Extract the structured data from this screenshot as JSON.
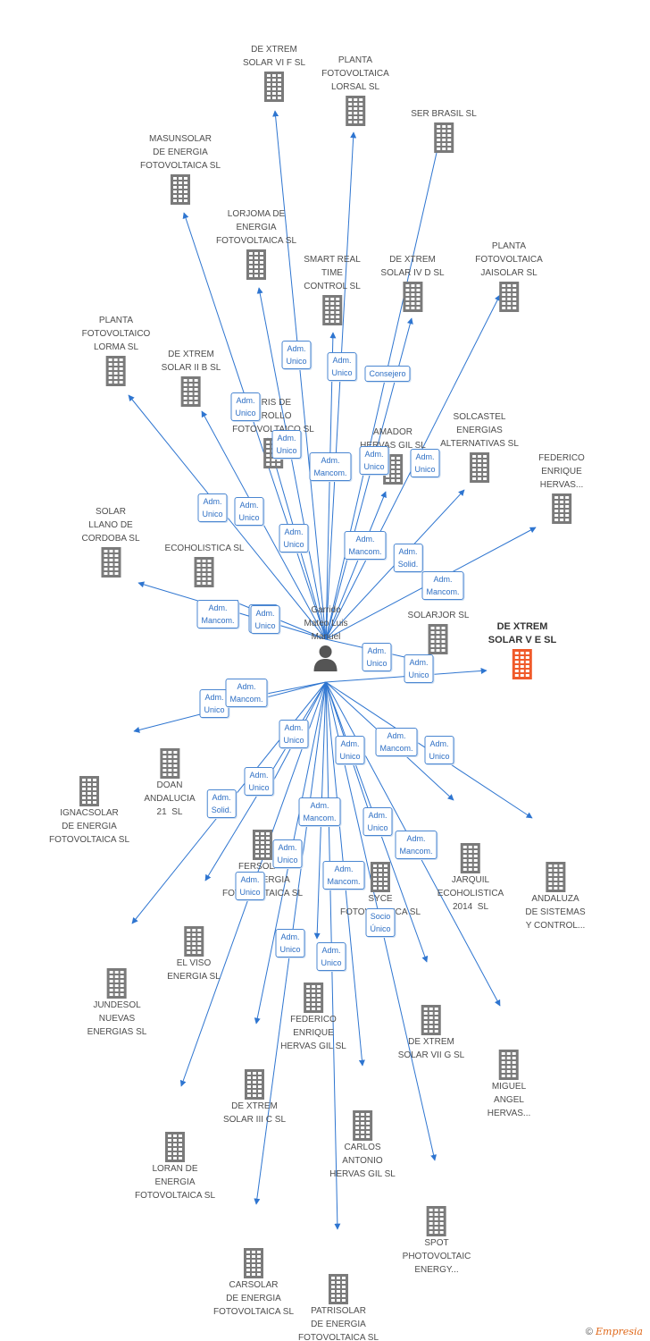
{
  "accent_color": "#2e75d0",
  "highlight_color": "#f05a2a",
  "building_color": "#7a7a7a",
  "center": {
    "label": "Garrido\nMateo Luis\nManuel",
    "icon": "person-icon"
  },
  "companies": [
    {
      "id": "c1",
      "label": "DE XTREM\nSOLAR VI F SL"
    },
    {
      "id": "c2",
      "label": "PLANTA\nFOTOVOLTAICA\nLORSAL SL"
    },
    {
      "id": "c3",
      "label": "SER BRASIL SL"
    },
    {
      "id": "c4",
      "label": "MASUNSOLAR\nDE ENERGIA\nFOTOVOLTAICA SL"
    },
    {
      "id": "c5",
      "label": "LORJOMA DE\nENERGIA\nFOTOVOLTAICA SL"
    },
    {
      "id": "c6",
      "label": "SMART REAL\nTIME\nCONTROL SL"
    },
    {
      "id": "c7",
      "label": "DE XTREM\nSOLAR IV D SL"
    },
    {
      "id": "c8",
      "label": "PLANTA\nFOTOVOLTAICA\nJAISOLAR SL"
    },
    {
      "id": "c9",
      "label": "PLANTA\nFOTOVOLTAICO\nLORMA SL"
    },
    {
      "id": "c10",
      "label": "DE XTREM\nSOLAR II B SL"
    },
    {
      "id": "c11",
      "label": "ARIS DE\nRROLLO\nFOTOVOLTAICO SL"
    },
    {
      "id": "c12",
      "label": "AMADOR\nHERVAS GIL SL"
    },
    {
      "id": "c13",
      "label": "SOLCASTEL\nENERGIAS\nALTERNATIVAS SL"
    },
    {
      "id": "c14",
      "label": "FEDERICO\nENRIQUE\nHERVAS..."
    },
    {
      "id": "c15",
      "label": "SOLAR\nLLANO DE\nCORDOBA SL"
    },
    {
      "id": "c16",
      "label": "ECOHOLISTICA SL"
    },
    {
      "id": "c17",
      "label": "SOLARJOR SL"
    },
    {
      "id": "c18",
      "label": "DE XTREM\nSOLAR V E SL",
      "highlight": true
    },
    {
      "id": "c19",
      "label": "IGNACSOLAR\nDE ENERGIA\nFOTOVOLTAICA SL"
    },
    {
      "id": "c20",
      "label": "DOAN\nANDALUCIA\n21  SL"
    },
    {
      "id": "c21",
      "label": "FERSOLAR\nDE ENERGIA\nFOTOVOLTAICA SL"
    },
    {
      "id": "c22",
      "label": "SYCE\nFOTOVOLTAICA SL"
    },
    {
      "id": "c23",
      "label": "JARQUIL\nECOHOLISTICA\n2014  SL"
    },
    {
      "id": "c24",
      "label": "ANDALUZA\nDE SISTEMAS\nY CONTROL..."
    },
    {
      "id": "c25",
      "label": "EL VISO\nENERGIA SL"
    },
    {
      "id": "c26",
      "label": "JUNDESOL\nNUEVAS\nENERGIAS SL"
    },
    {
      "id": "c27",
      "label": "FEDERICO\nENRIQUE\nHERVAS GIL SL"
    },
    {
      "id": "c28",
      "label": "DE XTREM\nSOLAR VII G SL"
    },
    {
      "id": "c29",
      "label": "MIGUEL\nANGEL\nHERVAS..."
    },
    {
      "id": "c30",
      "label": "DE XTREM\nSOLAR III C SL"
    },
    {
      "id": "c31",
      "label": "CARLOS\nANTONIO\nHERVAS GIL SL"
    },
    {
      "id": "c32",
      "label": "LORAN DE\nENERGIA\nFOTOVOLTAICA SL"
    },
    {
      "id": "c33",
      "label": "SPOT\nPHOTOVOLTAIC\nENERGY..."
    },
    {
      "id": "c34",
      "label": "CARSOLAR\nDE ENERGIA\nFOTOVOLTAICA SL"
    },
    {
      "id": "c35",
      "label": "PATRISOLAR\nDE ENERGIA\nFOTOVOLTAICA SL"
    }
  ],
  "roles": [
    "Adm.\nUnico",
    "Adm.\nUnico",
    "Consejero",
    "Adm.\nUnico",
    "Adm.\nUnico",
    "Adm.\nMancom.",
    "Adm.\nUnico",
    "Adm.\nUnico",
    "Adm.\nUnico",
    "Adm.\nUnico",
    "Adm.\nUnico",
    "Adm.\nMancom.",
    "Adm.\nSolid.",
    "Adm.\nMancom.",
    "Adm.\nMancom.",
    "Adm.\nUnico",
    "Adm.\nUnico",
    "Adm.\nUnico",
    "Adm.\nUnico",
    "Adm.\nMancom.",
    "Adm.\nUnico",
    "Adm.\nUnico",
    "Adm.\nMancom.",
    "Adm.\nUnico",
    "Adm.\nUnico",
    "Adm.\nSolid.",
    "Adm.\nMancom.",
    "Adm.\nUnico",
    "Adm.\nUnico",
    "Adm.\nMancom.",
    "Adm.\nUnico",
    "Adm.\nMancom.",
    "Socio\nÚnico",
    "Adm.\nUnico",
    "Adm.\nUnico",
    "Adm.\nUnico"
  ],
  "footer": {
    "copyright": "©",
    "brand": "Empresia"
  }
}
